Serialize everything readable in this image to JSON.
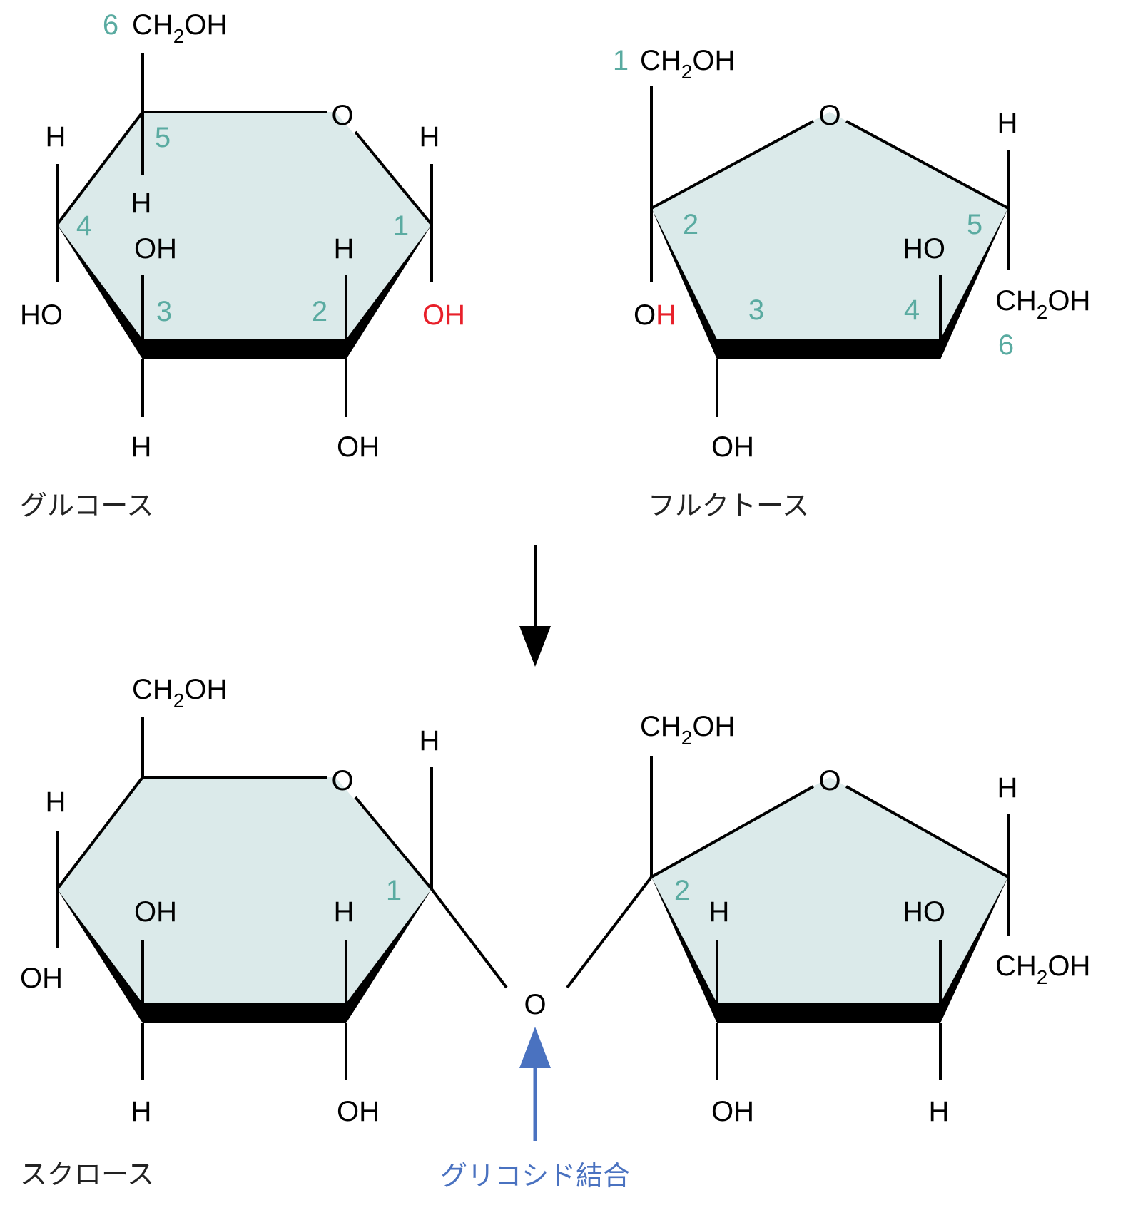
{
  "colors": {
    "ring_fill": "#dbeaea",
    "bond": "#000000",
    "carbon_number": "#5aaba1",
    "highlight": "#e8202a",
    "bond_arrow": "#4a72c0"
  },
  "glucose": {
    "name": "グルコース",
    "ring_oxygen": "O",
    "ch2oh_main": "CH",
    "ch2oh_sub": "2",
    "ch2oh_tail": "OH",
    "h": "H",
    "oh": "OH",
    "ho": "HO",
    "numbers": [
      "1",
      "2",
      "3",
      "4",
      "5",
      "6"
    ],
    "reacting_oh": "OH"
  },
  "fructose": {
    "name": "フルクトース",
    "ring_oxygen": "O",
    "ch2oh_main": "CH",
    "ch2oh_sub": "2",
    "ch2oh_tail": "OH",
    "h": "H",
    "oh": "OH",
    "ho": "HO",
    "oh_o": "O",
    "oh_h": "H",
    "numbers": [
      "1",
      "2",
      "3",
      "4",
      "5",
      "6"
    ]
  },
  "sucrose": {
    "name": "スクロース",
    "ring_oxygen": "O",
    "bridge_oxygen": "O",
    "ch2oh_main": "CH",
    "ch2oh_sub": "2",
    "ch2oh_tail": "OH",
    "h": "H",
    "oh": "OH",
    "ho": "HO",
    "numbers": [
      "1",
      "2"
    ]
  },
  "glycosidic_bond_label": "グリコシド結合"
}
